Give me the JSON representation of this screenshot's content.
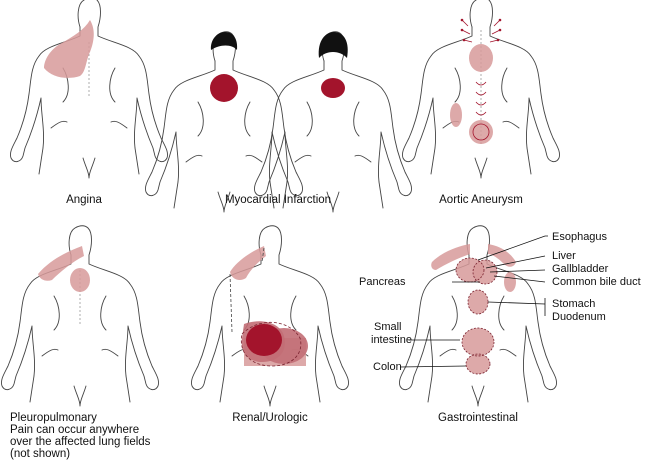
{
  "colors": {
    "pain_light": "#d79a9a",
    "pain_medium": "#c26e76",
    "pain_dark": "#a3142c",
    "organ_outline": "#7a2330",
    "body_outline": "#444444",
    "hair": "#111111"
  },
  "panels": [
    {
      "id": "angina",
      "caption": "Angina"
    },
    {
      "id": "mi",
      "caption": "Myocardial Infarction"
    },
    {
      "id": "aortic",
      "caption": "Aortic Aneurysm"
    },
    {
      "id": "pleuro",
      "caption_lines": [
        "Pleuropulmonary",
        "Pain can occur anywhere",
        "over the affected lung fields",
        "(not shown)"
      ]
    },
    {
      "id": "renal",
      "caption": "Renal/Urologic"
    },
    {
      "id": "gi",
      "caption": "Gastrointestinal"
    }
  ],
  "gi_labels": {
    "esophagus": "Esophagus",
    "liver": "Liver",
    "gallbladder": "Gallbladder",
    "bile_duct": "Common bile duct",
    "pancreas": "Pancreas",
    "stomach": "Stomach",
    "duodenum": "Duodenum",
    "small_intestine_1": "Small",
    "small_intestine_2": "intestine",
    "colon": "Colon"
  }
}
